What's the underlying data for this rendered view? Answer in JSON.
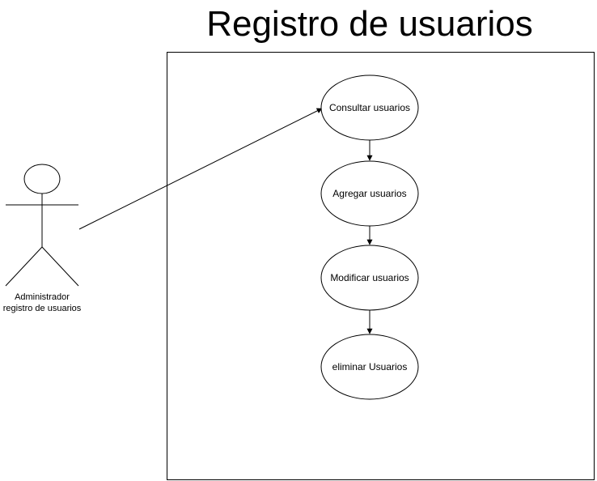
{
  "title": "Registro de usuarios",
  "actor": {
    "label_line1": "Administrador",
    "label_line2": "registro de usuarios"
  },
  "use_cases": [
    {
      "label": "Consultar usuarios"
    },
    {
      "label": "Agregar usuarios"
    },
    {
      "label": "Modificar usuarios"
    },
    {
      "label": "eliminar Usuarios"
    }
  ]
}
